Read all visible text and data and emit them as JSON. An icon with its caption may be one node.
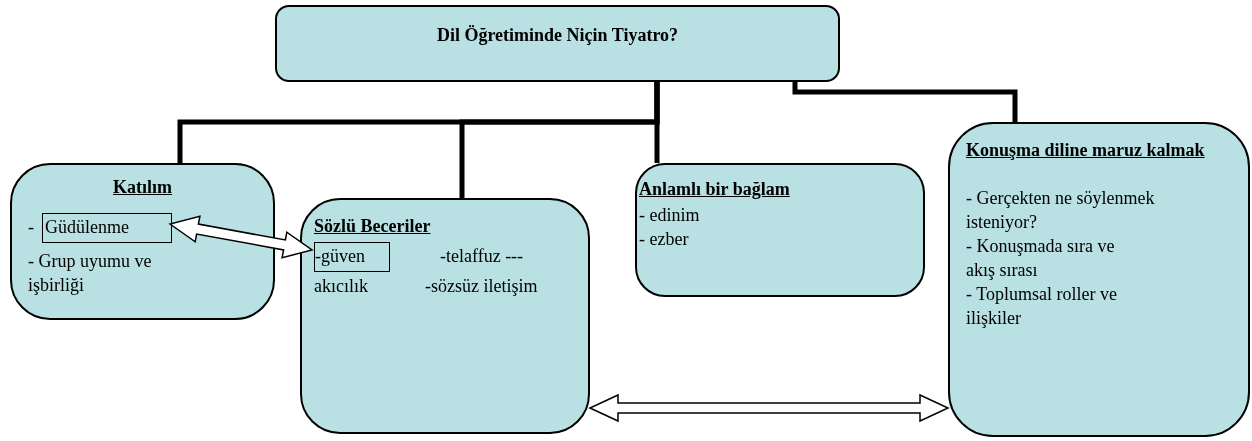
{
  "diagram": {
    "nodes": [
      {
        "text": [
          "Dil Öğretiminde Niçin Tiyatro?"
        ]
      },
      {
        "text": [
          "Katılım",
          "-",
          "- Grup uyumu ve işbirliği"
        ]
      },
      {
        "text": [
          "Güdülenme"
        ],
        "in": 1
      },
      {
        "text": [
          "Sözlü Beceriler",
          "-telaffuz ---",
          "akıcılık",
          "-sözsüz iletişim"
        ]
      },
      {
        "text": [
          "-güven"
        ],
        "in": 3
      },
      {
        "text": [
          "Anlamlı bir bağlam",
          "- edinim",
          "- ezber"
        ]
      },
      {
        "text": [
          "Konuşma diline maruz kalmak",
          "- Gerçekten ne söylenmek isteniyor?",
          "- Konuşmada sıra ve akış sırası",
          "- Toplumsal roller ve ilişkiler"
        ]
      }
    ],
    "edges": [
      {
        "from": 0,
        "to": 1,
        "arrow": "none"
      },
      {
        "from": 0,
        "to": 3,
        "arrow": "none"
      },
      {
        "from": 0,
        "to": 5,
        "arrow": "none"
      },
      {
        "from": 0,
        "to": 6,
        "arrow": "none"
      },
      {
        "from": 2,
        "to": 4,
        "arrow": "both"
      },
      {
        "from": 3,
        "to": 6,
        "arrow": "both"
      }
    ]
  }
}
